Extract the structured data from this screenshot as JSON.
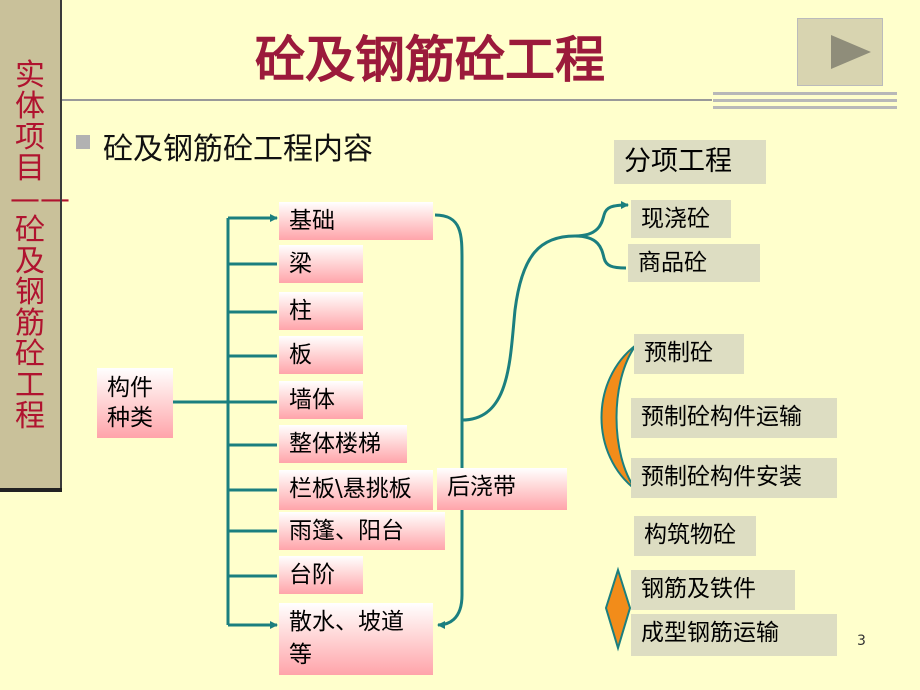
{
  "sidebar": {
    "vertical_title": "实体项目——砼及钢筋砼工程"
  },
  "header": {
    "title": "砼及钢筋砼工程"
  },
  "nav": {
    "next_icon": "play-icon"
  },
  "section": {
    "heading": "砼及钢筋砼工程内容"
  },
  "diagram": {
    "root": [
      "构件",
      "种类"
    ],
    "components": [
      "基础",
      "梁",
      "柱",
      "板",
      "墙体",
      "整体楼梯",
      "栏板\\悬挑板",
      "雨篷、阳台",
      "台阶",
      "散水、坡道",
      "等"
    ],
    "post_pour": "后浇带",
    "category_header": "分项工程",
    "cast_in_place": [
      "现浇砼",
      "商品砼"
    ],
    "precast": [
      "预制砼",
      "预制砼构件运输",
      "预制砼构件安装"
    ],
    "structure": "构筑物砼",
    "steel": [
      "钢筋及铁件",
      "成型钢筋运输"
    ],
    "colors": {
      "arrow": "#1b7f7f",
      "crescent": "#f28c1a",
      "title": "#9b1a3b"
    }
  },
  "footer": {
    "page_number": "3"
  }
}
